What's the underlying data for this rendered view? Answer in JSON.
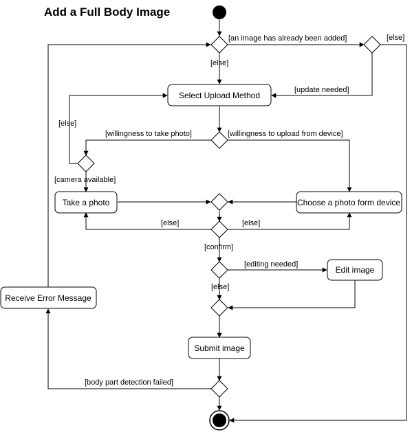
{
  "title": "Add a Full Body Image",
  "actions": {
    "select_upload_method": "Select Upload Method",
    "take_photo": "Take a photo",
    "choose_photo_device": "Choose a photo form device",
    "edit_image": "Edit image",
    "receive_error": "Receive Error Message",
    "submit_image": "Submit image"
  },
  "guards": {
    "image_already_added": "[an image has already been added]",
    "else_top_right": "[else]",
    "else_after_first": "[else]",
    "update_needed": "[update needed]",
    "else_camera_loop": "[else]",
    "willingness_take_photo": "[willingness to take photo]",
    "willingness_upload_device": "[willingness to upload from device]",
    "camera_available": "[camera available]",
    "else_retake_left": "[else]",
    "else_retake_right": "[else]",
    "confirm": "[confirm]",
    "editing_needed": "[editing needed]",
    "else_no_edit": "[else]",
    "body_part_detection_failed": "[body part detection failed]"
  },
  "colors": {
    "stroke": "#000000",
    "fill": "#ffffff",
    "node_fill": "#000000"
  }
}
